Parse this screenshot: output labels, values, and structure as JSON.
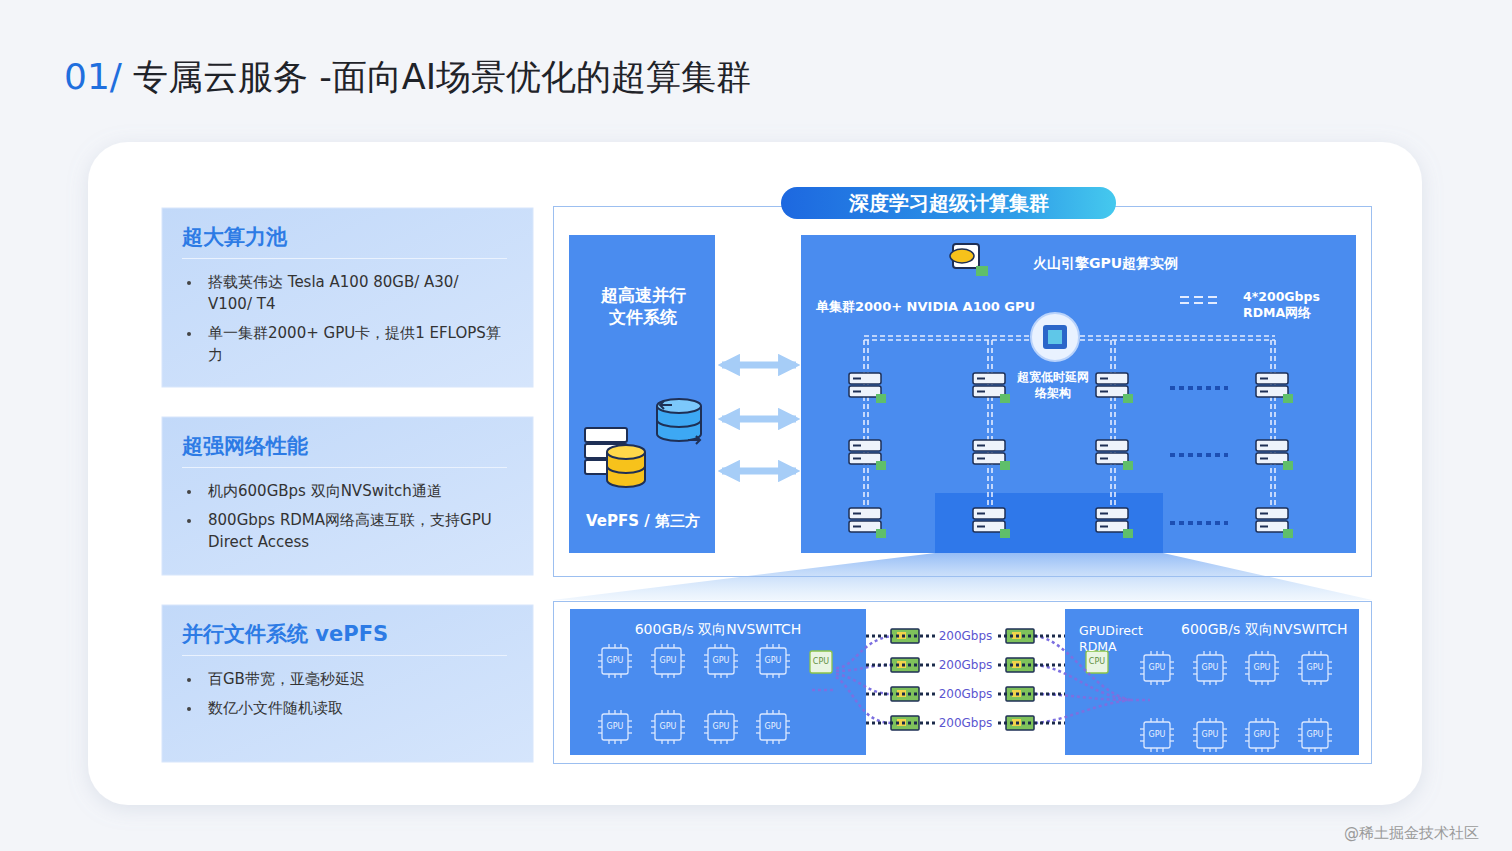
{
  "diagram": {
    "title": "专属云服务 -面向AI场景优化的超算集群",
    "nodes": [
      {
        "text": [
          "超大算力池",
          "搭载英伟达 Tesla A100 80GB/ A30/ V100/ T4",
          "单一集群2000+ GPU卡，提供1 EFLOPS算力"
        ]
      },
      {
        "text": [
          "超强网络性能",
          "机内600GBps 双向NVSwitch通道",
          "800Gbps RDMA网络高速互联，支持GPU Direct Access"
        ]
      },
      {
        "text": [
          "并行文件系统 vePFS",
          "百GB带宽，亚毫秒延迟",
          "数亿小文件随机读取"
        ]
      },
      {
        "text": [
          "深度学习超级计算集群"
        ]
      },
      {
        "text": [
          "超高速并行文件系统",
          "VePFS / 第三方"
        ],
        "in": 3
      },
      {
        "text": [
          "火山引擎GPU超算实例",
          "单集群2000+ NVIDIA A100 GPU"
        ],
        "in": 3
      },
      {
        "text": [
          "600GB/s 双向NVSWITCH"
        ]
      },
      {
        "text": [
          "GPUDirect RDMA",
          "600GB/s 双向NVSWITCH"
        ]
      }
    ],
    "edges": [
      {
        "from": 4,
        "to": 5,
        "arrow": "both"
      },
      {
        "from": 4,
        "to": 5,
        "arrow": "both"
      },
      {
        "from": 4,
        "to": 5,
        "arrow": "both"
      },
      {
        "from": 6,
        "to": 7,
        "label": "200Gbps",
        "arrow": "none"
      },
      {
        "from": 6,
        "to": 7,
        "label": "200Gbps",
        "arrow": "none"
      },
      {
        "from": 6,
        "to": 7,
        "label": "200Gbps",
        "arrow": "none"
      },
      {
        "from": 6,
        "to": 7,
        "label": "200Gbps",
        "arrow": "none"
      }
    ],
    "labels": [
      "01/",
      "超宽低时延网络架构",
      "GPU",
      "GPU",
      "GPU",
      "GPU",
      "CPU",
      "GPU",
      "GPU",
      "GPU",
      "GPU",
      "CPU",
      "GPU",
      "GPU",
      "GPU",
      "GPU",
      "GPU",
      "GPU",
      "GPU",
      "GPU",
      "@稀土掘金技术社区"
    ],
    "legend": [
      {
        "text": "4*200Gbps RDMA网络"
      }
    ]
  }
}
